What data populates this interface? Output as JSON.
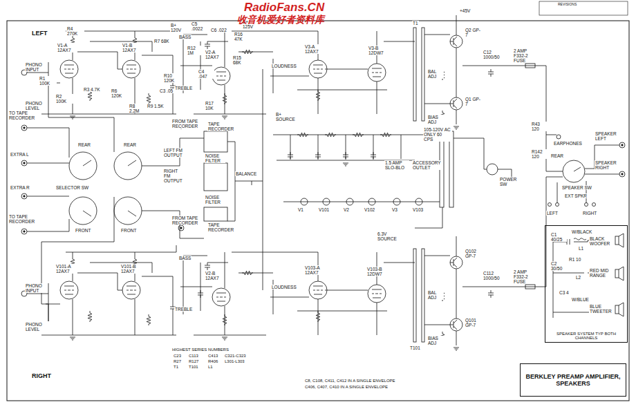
{
  "diagram": {
    "nodes": [
      {
        "text": [
          "BERKLEY PREAMP AMPLIFIER, SPEAKERS"
        ]
      },
      {
        "text": [
          "SPEAKER SYSTEM TYP BOTH CHANNELS"
        ]
      }
    ],
    "labels": [
      "LEFT",
      "PHONO INPUT",
      "R1 100K",
      "PHONO LEVEL",
      "R4 270K",
      "V1-A 12AX7",
      "R2 100K",
      "R3 4.7K",
      "V1-B 12AX7",
      "R6 120K",
      "R8 2.2M",
      "R9 1.5K",
      "C3 .05",
      "R7 68K",
      "B+ 120V",
      "BASS",
      "R12 1M",
      "C5 .0022",
      "R10 120K",
      "C4 .047",
      "TREBLE",
      "C6 .022",
      "R16 47K",
      "V2-A 12AX7",
      "R15 68K",
      "R17 10K",
      "LOUDNESS",
      "B+ 125V",
      "V3-A 12AX7",
      "V3-B 12DW7",
      "T1",
      "+45V",
      "Q2 GP-7",
      "BAL ADJ",
      "Q1 GP-7",
      "BIAS ADJ",
      "C12 1000/50",
      "2 AMP F332-2 FUSE",
      "B+ SOURCE",
      "105-120V AC ONLY 60 CPS",
      "ACCESSORY OUTLET",
      "1.5 AMP SLO-BLO",
      "POWER SW",
      "6.3V SOURCE",
      "EARPHONES",
      "SPEAKER LEFT",
      "SPEAKER RIGHT",
      "REAR",
      "SPEAKER SW",
      "EXT SPKR",
      "LEFT",
      "RIGHT",
      "TO TAPE RECORDER",
      "EXTRA L",
      "EXTRA R",
      "TO TAPE RECORDER",
      "REAR",
      "REAR",
      "SELECTOR SW",
      "FRONT",
      "FRONT",
      "FROM TAPE RECORDER",
      "TAPE RECORDER",
      "NOISE FILTER",
      "LEFT FM OUTPUT",
      "RIGHT FM OUTPUT",
      "NOISE FILTER",
      "FROM TAPE RECORDER",
      "TAPE RECORDER",
      "BALANCE",
      "RIGHT",
      "PHONO INPUT",
      "PHONO LEVEL",
      "V101-A 12AX7",
      "V101-B 12AX7",
      "BASS",
      "TREBLE",
      "V2-B 12AX7",
      "LOUDNESS",
      "V103-A 12AX7",
      "V103-B 12DW7",
      "T101",
      "Q102 GP-7",
      "BAL ADJ",
      "Q101 GP-7",
      "BIAS ADJ",
      "C112 1000/50",
      "2 AMP F332-2 FUSE",
      "HIGHEST SERIES NUMBERS",
      "C23",
      "R27",
      "T1",
      "C113",
      "R127",
      "T101",
      "C413",
      "R406",
      "L1",
      "C321-C323",
      "L301-L303",
      "C8, C108, C411, C412 IN A SINGLE ENVELOPE",
      "C406, C407, C410 IN A SINGLE ENVELOPE",
      "W/BLACK",
      "BLACK WOOFER",
      "C1 40/25",
      "C2 30/50",
      "R1 10",
      "L2",
      "L1",
      "RED MID RANGE",
      "C3 4",
      "W/BLUE",
      "BLUE TWEETER",
      "RadioFans.CN",
      "收音机爱好者资料库",
      "REVISIONS",
      "R43 120",
      "R142 120",
      "V1",
      "V101",
      "V2",
      "V102",
      "V3",
      "V103"
    ]
  }
}
